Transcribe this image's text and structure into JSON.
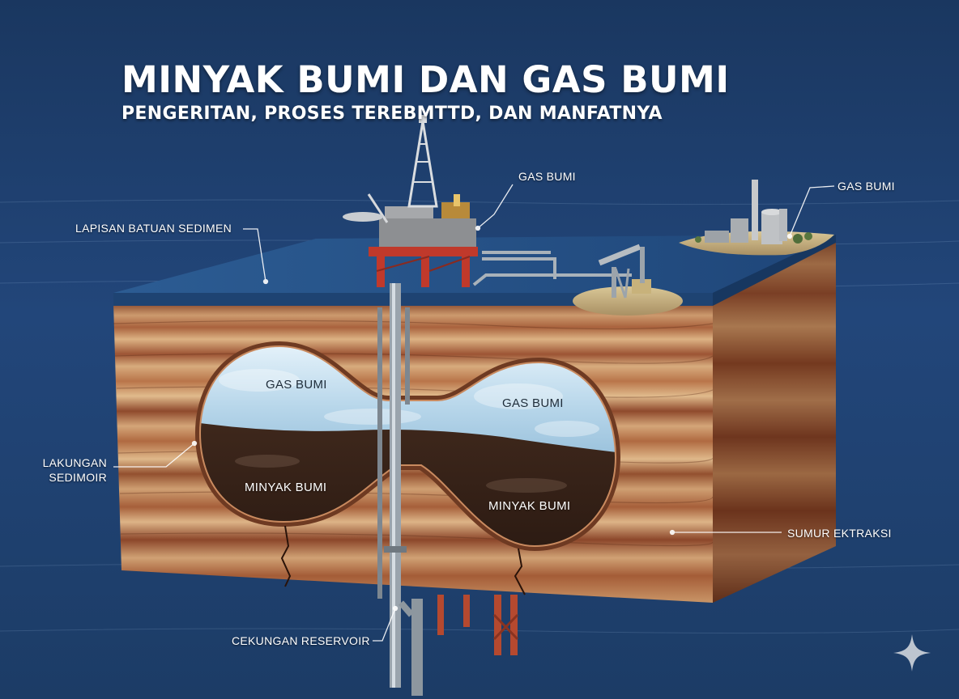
{
  "header": {
    "title": "MINYAK BUMI DAN GAS BUMI",
    "subtitle": "PENGERITAN, PROSES TEREBMTTD, DAN MANFATNYA"
  },
  "labels": {
    "gas_rig": "GAS BUMI",
    "gas_island": "GAS BUMI",
    "sediment_layer": "LAPISAN BATUAN SEDIMEN",
    "basin_line1": "LAKUNGAN",
    "basin_line2": "SEDIMOIR",
    "extraction_well": "SUMUR EKTRAKSI",
    "reservoir_basin": "CEKUNGAN RESERVOIR",
    "gas_left": "GAS BUMI",
    "gas_right": "GAS BUMI",
    "oil_left": "MINYAK BUMI",
    "oil_right": "MINYAK BUMI"
  },
  "colors": {
    "ocean": "#1f3d63",
    "rock_dark": "#8a4a2e",
    "rock_light": "#d3a77b",
    "gas": "#cfe6f3",
    "oil": "#3a2418",
    "rig_red": "#c0392b"
  },
  "icons": {
    "sparkle": "sparkle-icon"
  }
}
